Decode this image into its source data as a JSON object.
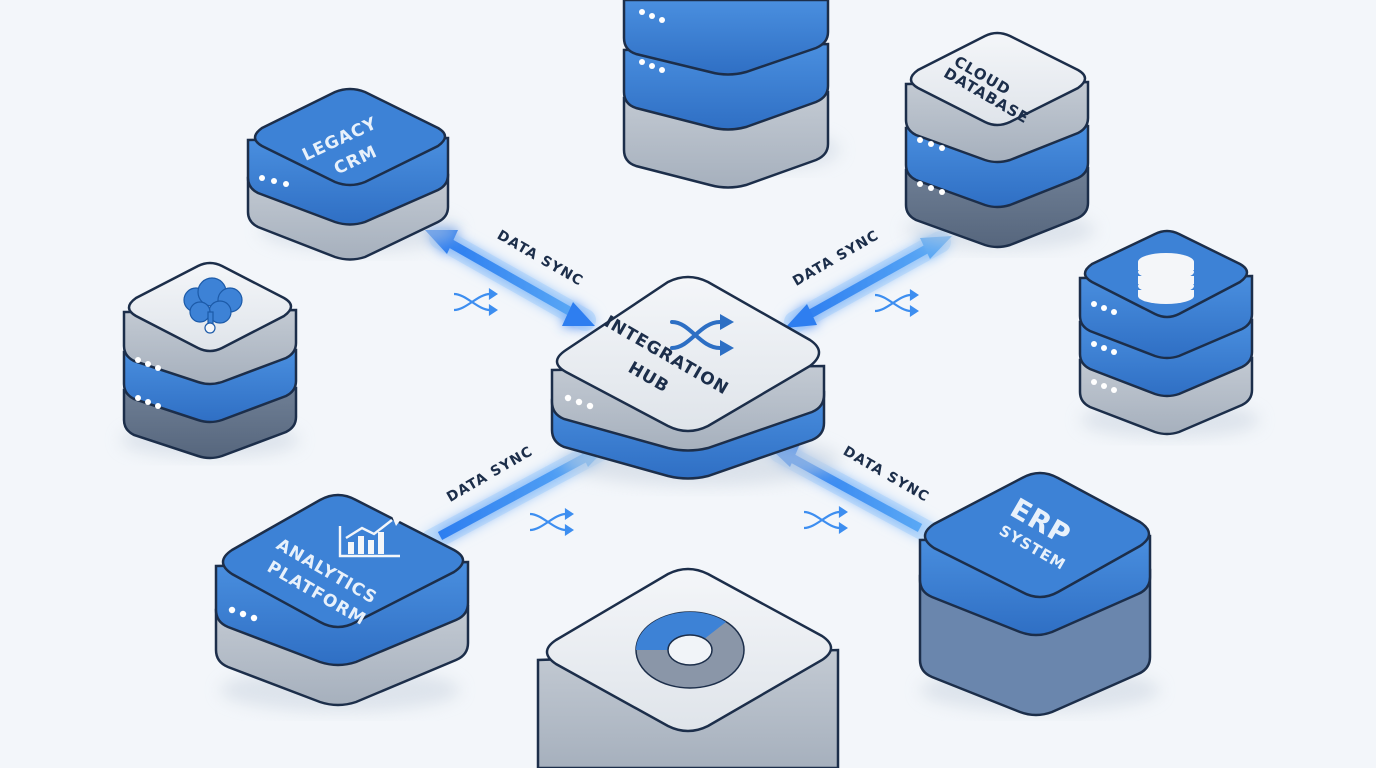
{
  "diagram": {
    "hub": {
      "label_line1": "INTEGRATION",
      "label_line2": "HUB"
    },
    "nodes": {
      "legacy_crm": {
        "label_line1": "LEGACY",
        "label_line2": "CRM"
      },
      "cloud_database": {
        "label_line1": "CLOUD",
        "label_line2": "DATABASE"
      },
      "analytics_platform": {
        "label_line1": "ANALYTICS",
        "label_line2": "PLATFORM"
      },
      "erp_system": {
        "label_line1": "ERP",
        "label_line2": "SYSTEM"
      }
    },
    "connections": {
      "crm_hub": "DATA SYNC",
      "cloud_hub": "DATA SYNC",
      "analytics_hub": "DATA SYNC",
      "erp_hub": "DATA SYNC"
    },
    "icons": {
      "hub": "shuffle-icon",
      "cloud_server": "cloud-tree-icon",
      "storage_server": "database-icon",
      "analytics": "bar-chart-icon",
      "bottom_device": "donut-chart-icon",
      "sync": "shuffle-icon"
    },
    "colors": {
      "background": "#f3f6fa",
      "blue_top": "#3b7fd3",
      "blue_side": "#2f6fc0",
      "gray_side": "#9aa6b5",
      "light_top": "#e8ecf1",
      "outline": "#1c2e4a",
      "arrow": "#3d8ef0"
    }
  }
}
